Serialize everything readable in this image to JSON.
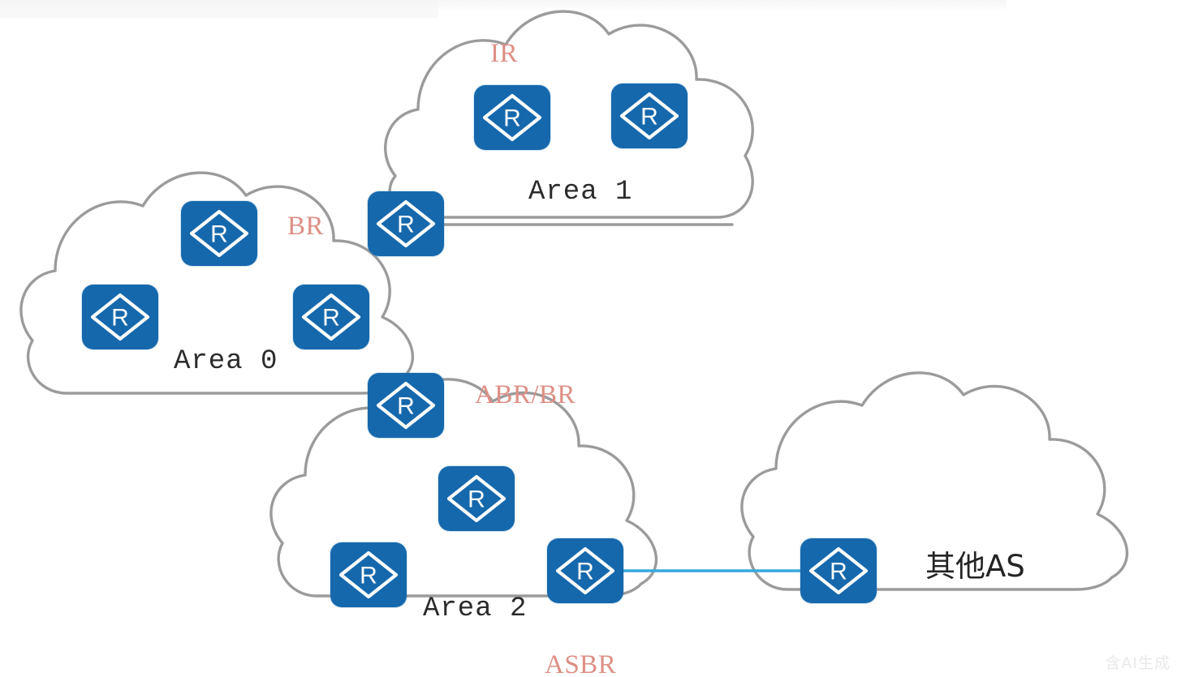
{
  "diagram": {
    "title": "OSPF multi-area topology",
    "background": "#ffffff",
    "colors": {
      "router_fill": "#1668ac",
      "router_glyph": "#ffffff",
      "cloud_stroke": "#9b9b9b",
      "link_gray": "#9b9b9b",
      "link_blue": "#36a8dd",
      "role_label": "#dd8f84",
      "area_label": "#2b2b2b",
      "watermark": "#e9e9e9"
    }
  },
  "clouds": [
    {
      "id": "area1",
      "label": "Area 1"
    },
    {
      "id": "area0",
      "label": "Area 0"
    },
    {
      "id": "area2",
      "label": "Area 2"
    },
    {
      "id": "other_as",
      "label": "其他AS"
    }
  ],
  "role_labels": [
    {
      "id": "ir",
      "text": "IR"
    },
    {
      "id": "br",
      "text": "BR"
    },
    {
      "id": "abr_br",
      "text": "ABR/BR"
    },
    {
      "id": "asbr",
      "text": "ASBR"
    }
  ],
  "routers": [
    {
      "id": "area1-r1",
      "glyph": "R",
      "area": "Area 1"
    },
    {
      "id": "area1-r2",
      "glyph": "R",
      "area": "Area 1"
    },
    {
      "id": "br-router",
      "glyph": "R",
      "area": "Area 0 / Area 1 border"
    },
    {
      "id": "area0-r1",
      "glyph": "R",
      "area": "Area 0"
    },
    {
      "id": "area0-r2",
      "glyph": "R",
      "area": "Area 0"
    },
    {
      "id": "area0-r3",
      "glyph": "R",
      "area": "Area 0"
    },
    {
      "id": "abr-br-router",
      "glyph": "R",
      "area": "Area 0 / Area 2 border"
    },
    {
      "id": "area2-r1",
      "glyph": "R",
      "area": "Area 2"
    },
    {
      "id": "area2-r2",
      "glyph": "R",
      "area": "Area 2"
    },
    {
      "id": "asbr-router",
      "glyph": "R",
      "area": "Area 2"
    },
    {
      "id": "other-as-router",
      "glyph": "R",
      "area": "其他AS"
    }
  ],
  "links": [
    {
      "id": "br-to-area1",
      "kind": "gray"
    },
    {
      "id": "asbr-to-other-as",
      "kind": "blue"
    }
  ],
  "watermark": {
    "text": "含AI生成"
  }
}
